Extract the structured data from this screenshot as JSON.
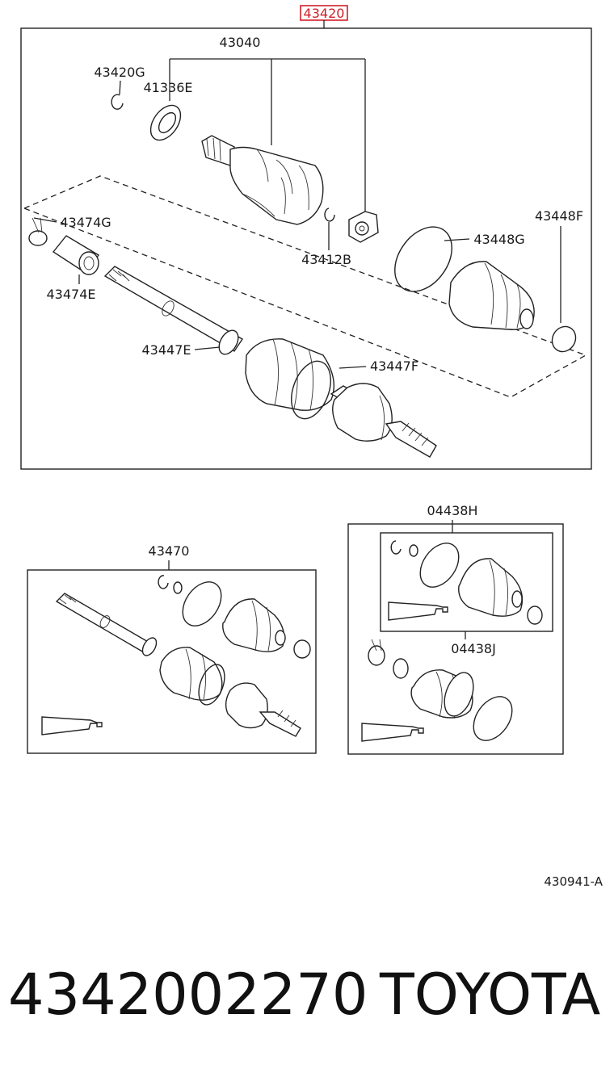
{
  "diagram": {
    "assembly_label": "43420",
    "labels": {
      "p43040": "43040",
      "p43420G": "43420G",
      "p41336E": "41336E",
      "p43474G": "43474G",
      "p43474E": "43474E",
      "p43412B": "43412B",
      "p43448G": "43448G",
      "p43448F": "43448F",
      "p43447E": "43447E",
      "p43447F": "43447F",
      "p43470": "43470",
      "p04438H": "04438H",
      "p04438J": "04438J"
    },
    "reference_code": "430941-A",
    "highlight_color": "#d0202a"
  },
  "footer": {
    "part_number": "4342002270",
    "brand": "TOYOTA"
  }
}
